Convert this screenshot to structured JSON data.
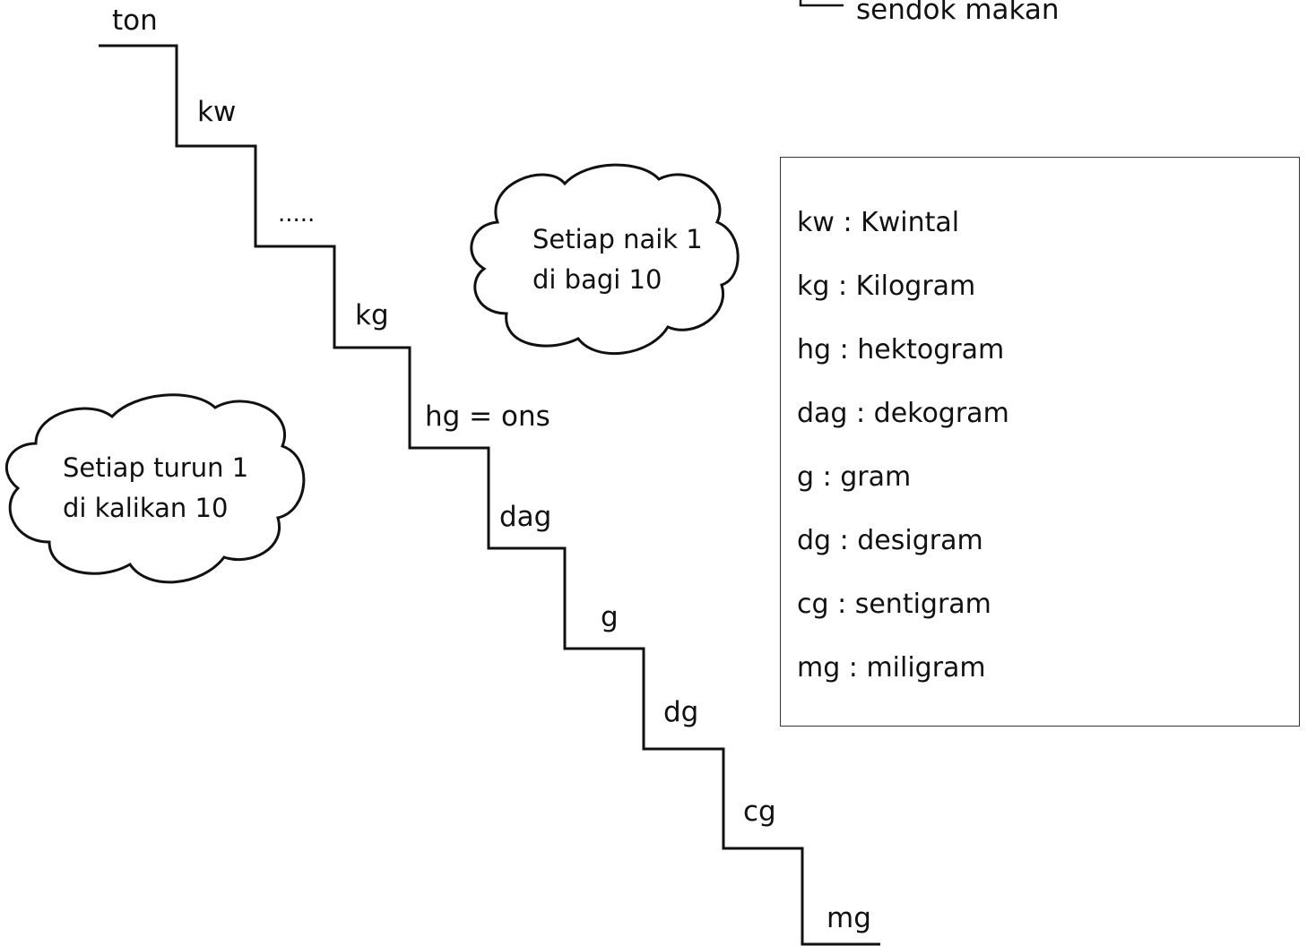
{
  "header_fragment": "sendok makan",
  "staircase": {
    "steps": [
      "ton",
      "kw",
      ".....",
      "kg",
      "hg = ons",
      "dag",
      "g",
      "dg",
      "cg",
      "mg"
    ]
  },
  "clouds": {
    "up": {
      "line1": "Setiap naik 1",
      "line2": "di bagi 10"
    },
    "down": {
      "line1": "Setiap turun 1",
      "line2": "di kalikan 10"
    }
  },
  "legend": {
    "items": [
      "kw : Kwintal",
      "kg : Kilogram",
      "hg : hektogram",
      "dag : dekogram",
      "g : gram",
      "dg : desigram",
      "cg : sentigram",
      "mg : miligram"
    ]
  }
}
